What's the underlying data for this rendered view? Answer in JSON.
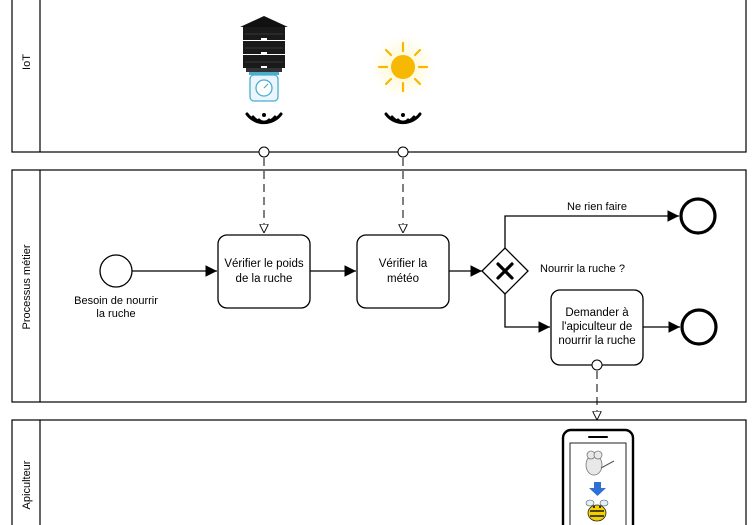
{
  "lanes": [
    {
      "id": "iot",
      "label": "IoT"
    },
    {
      "id": "process",
      "label": "Processus métier"
    },
    {
      "id": "beekeeper",
      "label": "Apiculteur"
    }
  ],
  "start_event": {
    "label_line1": "Besoin de nourrir",
    "label_line2": "la ruche"
  },
  "tasks": {
    "check_weight": {
      "line1": "Vérifier le poids",
      "line2": "de la ruche"
    },
    "check_weather": {
      "line1": "Vérifier la",
      "line2": "météo"
    },
    "ask_beekeeper": {
      "line1": "Demander à",
      "line2": "l'apiculteur de",
      "line3": "nourrir la ruche"
    }
  },
  "gateway": {
    "label": "Nourrir la ruche ?"
  },
  "flows": {
    "do_nothing": "Ne rien faire"
  },
  "icons": {
    "hive": "beehive-scale-icon",
    "sun": "sun-icon",
    "signal": "wireless-signal-icon",
    "phone": "smartphone-icon"
  },
  "colors": {
    "sun": "#f6b800",
    "scale": "#4aaed0",
    "arrow": "#2f6fd6",
    "bee": "#f5d000"
  }
}
